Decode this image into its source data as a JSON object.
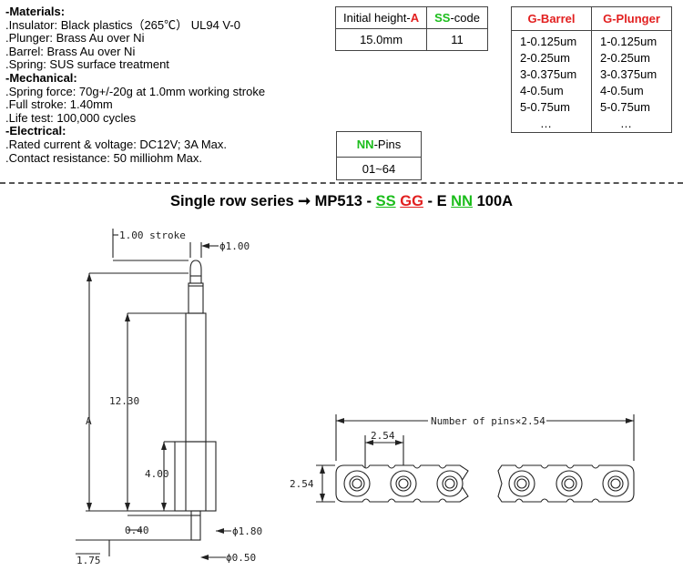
{
  "specs": {
    "materials_title": "-Materials:",
    "insulator": ".Insulator: Black plastics（265℃） UL94 V-0",
    "plunger": ".Plunger: Brass Au over Ni",
    "barrel": ".Barrel: Brass Au over Ni",
    "spring": ".Spring: SUS surface treatment",
    "mechanical_title": "-Mechanical:",
    "spring_force": ".Spring force: 70g+/-20g at 1.0mm working stroke",
    "full_stroke": ".Full stroke: 1.40mm",
    "life_test": ".Life test: 100,000 cycles",
    "electrical_title": "-Electrical:",
    "rated": ".Rated current & voltage: DC12V; 3A Max.",
    "contact": ".Contact resistance: 50 milliohm Max."
  },
  "height_table": {
    "h1_prefix": "Initial height-",
    "h1_code": "A",
    "h2_code": "SS",
    "h2_suffix": "-code",
    "v1": "15.0mm",
    "v2": "11"
  },
  "pins_table": {
    "code": "NN",
    "suffix": "-Pins",
    "value": "01~64"
  },
  "plating_table": {
    "barrel_header": "G-Barrel",
    "plunger_header": "G-Plunger",
    "barrel_items": [
      "1-0.125um",
      "2-0.25um",
      "3-0.375um",
      "4-0.5um",
      "5-0.75um",
      "…"
    ],
    "plunger_items": [
      "1-0.125um",
      "2-0.25um",
      "3-0.375um",
      "4-0.5um",
      "5-0.75um",
      "…"
    ]
  },
  "series": {
    "prefix": "Single row series ",
    "arrow": "➞",
    "part": " MP513 - ",
    "ss": "SS",
    "gg": "GG",
    "mid": " - E ",
    "nn": "NN",
    "end": " 100A"
  },
  "drawing": {
    "stroke": "1.00 stroke",
    "tip_dia": "ϕ1.00",
    "length": "12.30",
    "height_label": "A",
    "barrel_len": "4.00",
    "bottom_gap": "0.40",
    "barrel_dia": "ϕ1.80",
    "tail_len": "1.75",
    "tail_dia": "ϕ0.50",
    "total_width": "Number of pins×2.54",
    "pitch": "2.54",
    "row_height": "2.54"
  }
}
